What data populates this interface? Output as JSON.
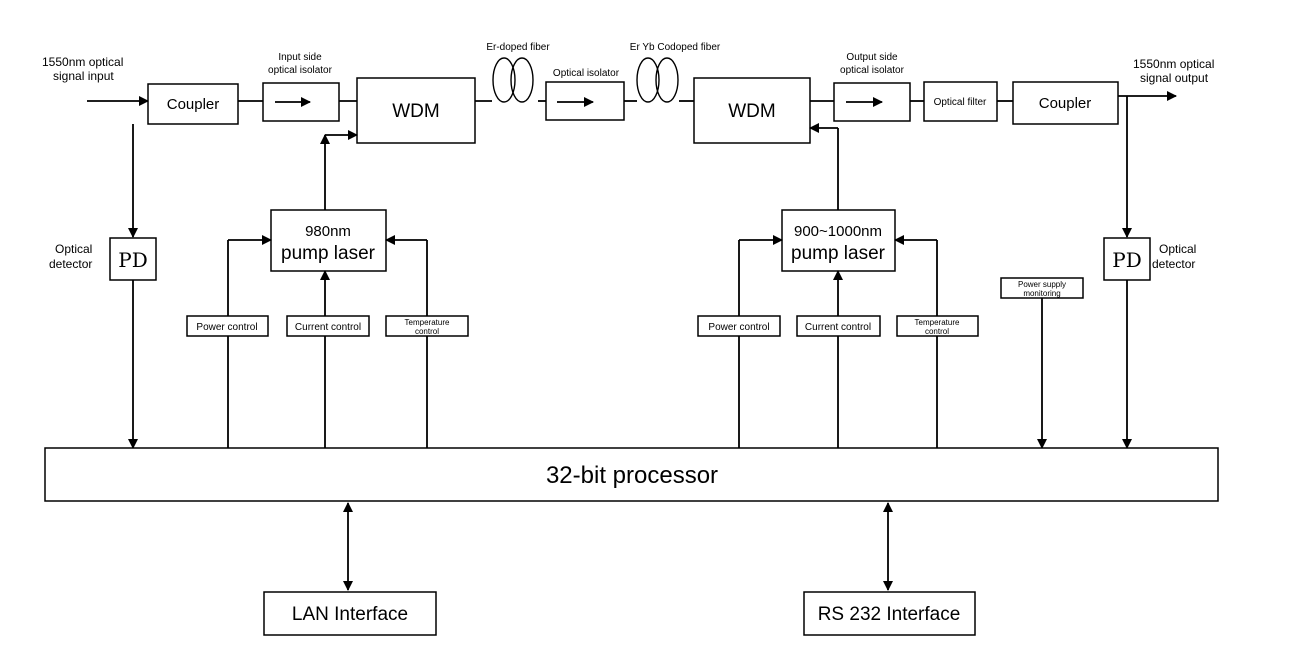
{
  "labels": {
    "input_signal_l1": "1550nm optical",
    "input_signal_l2": "signal  input",
    "output_signal_l1": "1550nm  optical",
    "output_signal_l2": "signal  output",
    "input_isolator_l1": "Input side",
    "input_isolator_l2": "optical isolator",
    "er_doped_fiber": "Er-doped fiber",
    "er_yb_fiber": "Er Yb Codoped fiber",
    "mid_isolator": "Optical isolator",
    "output_isolator_l1": "Output side",
    "output_isolator_l2": "optical isolator",
    "left_detector_l1": "Optical",
    "left_detector_l2": "detector",
    "right_detector_l1": "Optical",
    "right_detector_l2": "detector"
  },
  "blocks": {
    "coupler_left": "Coupler",
    "coupler_right": "Coupler",
    "wdm_left": "WDM",
    "wdm_right": "WDM",
    "optical_filter": "Optical filter",
    "pd_left": "PD",
    "pd_right": "PD",
    "pump_left_l1": "980nm",
    "pump_left_l2": "pump laser",
    "pump_right_l1": "900~1000nm",
    "pump_right_l2": "pump laser",
    "processor": "32-bit processor",
    "lan_interface": "LAN Interface",
    "rs232_interface": "RS 232 Interface"
  },
  "controls": {
    "power_left": "Power control",
    "current_left": "Current control",
    "temp_left_l1": "Temperature",
    "temp_left_l2": "control",
    "power_right": "Power control",
    "current_right": "Current control",
    "temp_right_l1": "Temperature",
    "temp_right_l2": "control",
    "supply_l1": "Power supply",
    "supply_l2": "monitoring"
  }
}
